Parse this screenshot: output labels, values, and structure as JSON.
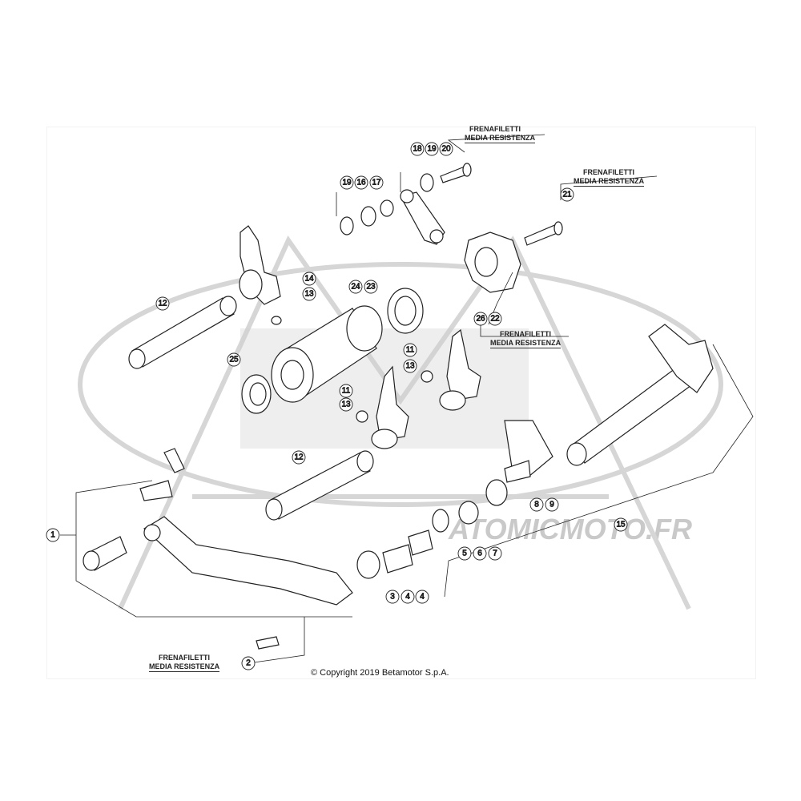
{
  "diagram": {
    "callouts": [
      "1",
      "2",
      "3",
      "4",
      "4",
      "5",
      "6",
      "7",
      "8",
      "9",
      "11",
      "11",
      "12",
      "12",
      "13",
      "13",
      "13",
      "14",
      "15",
      "16",
      "17",
      "18",
      "19",
      "19",
      "20",
      "21",
      "22",
      "23",
      "24",
      "25",
      "26"
    ],
    "notes": [
      {
        "line1": "FRENAFILETTI",
        "line2": "MEDIA RESISTENZA"
      },
      {
        "line1": "FRENAFILETTI",
        "line2": "MEDIA RESISTENZA"
      },
      {
        "line1": "FRENAFILETTI",
        "line2": "MEDIA RESISTENZA"
      },
      {
        "line1": "FRENAFILETTI",
        "line2": "MEDIA RESISTENZA"
      }
    ],
    "copyright": "© Copyright 2019 Betamotor S.p.A.",
    "watermark": "ATOMICMOTO.FR"
  },
  "colors": {
    "line": "#222222",
    "watermark": "#c9c9c9",
    "halftone": "#bdbdbd"
  }
}
